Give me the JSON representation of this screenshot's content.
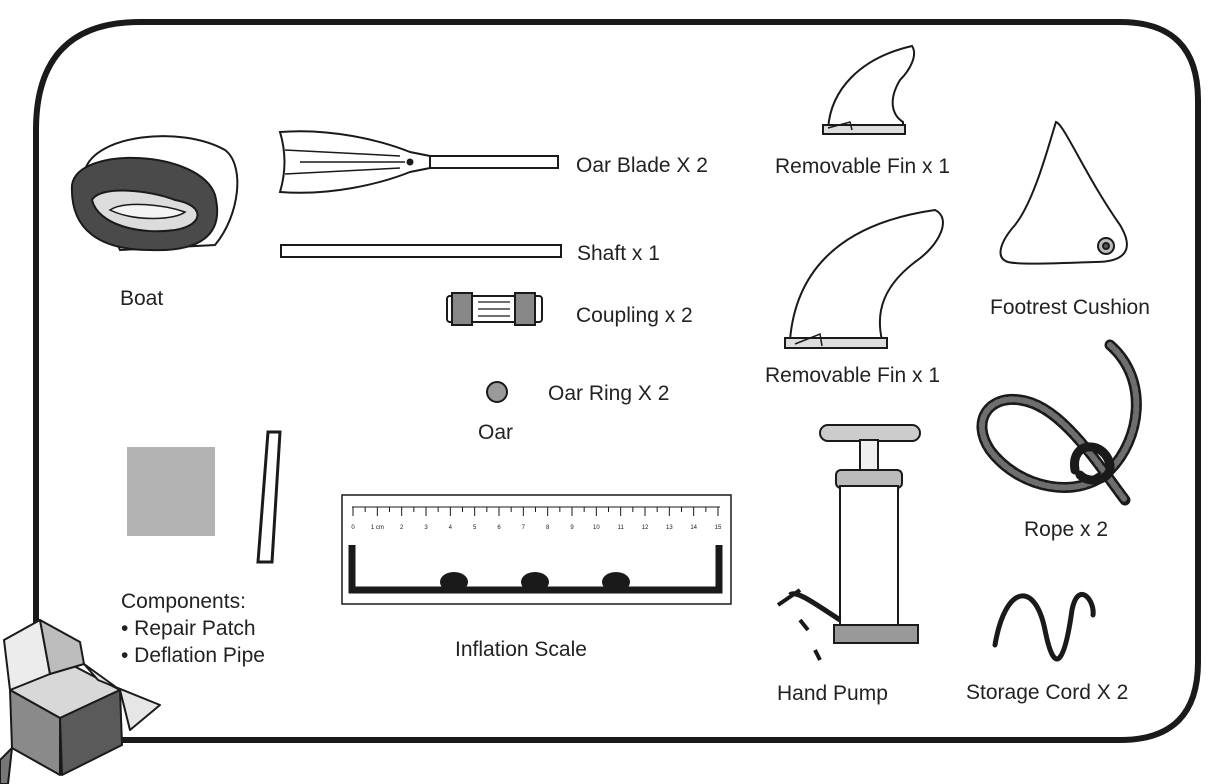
{
  "items": {
    "boat": "Boat",
    "oar_blade": "Oar Blade X 2",
    "shaft": "Shaft x 1",
    "coupling": "Coupling x 2",
    "oar_ring": "Oar Ring X 2",
    "oar_group": "Oar",
    "removable_fin_small": "Removable Fin x 1",
    "removable_fin_large": "Removable Fin x 1",
    "footrest_cushion": "Footrest Cushion",
    "rope": "Rope x 2",
    "hand_pump": "Hand Pump",
    "storage_cord": "Storage Cord X 2",
    "inflation_scale": "Inflation Scale"
  },
  "components": {
    "heading": "Components:",
    "list": [
      "• Repair Patch",
      "• Deflation Pipe"
    ]
  },
  "ruler": {
    "unit_label": "1 cm",
    "ticks": [
      "0",
      "",
      "2",
      "3",
      "4",
      "5",
      "6",
      "7",
      "8",
      "9",
      "10",
      "11",
      "12",
      "13",
      "14",
      "15"
    ]
  },
  "colors": {
    "outline": "#1a1a1a",
    "patch": "#b3b3b3",
    "dark_fill": "#4a4a4a",
    "ring_fill": "#9a9a9a"
  }
}
